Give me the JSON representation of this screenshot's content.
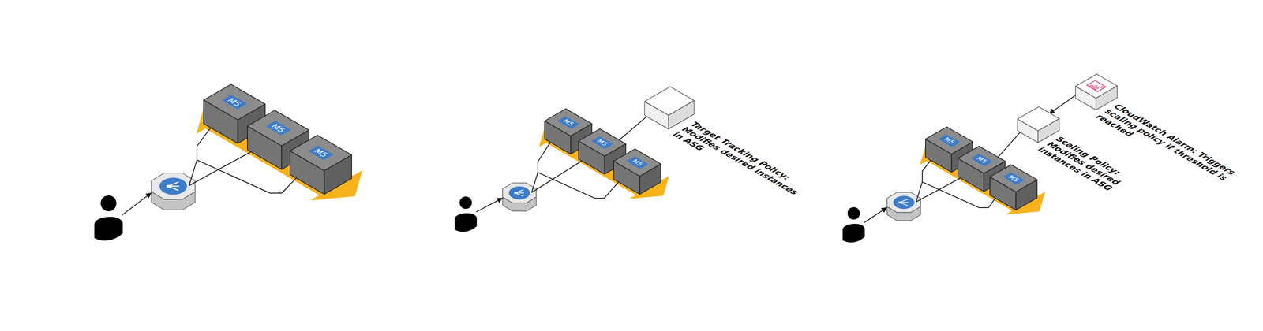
{
  "diagram": {
    "nodes": [
      {
        "text": [
          "M5"
        ]
      },
      {
        "text": [
          "M5"
        ]
      },
      {
        "text": [
          "M5"
        ]
      },
      {
        "text": [
          "M5"
        ]
      },
      {
        "text": [
          "M5"
        ]
      },
      {
        "text": [
          "M5"
        ]
      },
      {
        "text": [
          "Target Tracking Policy: Modifies desired instances in ASG"
        ]
      },
      {
        "text": [
          "M5"
        ]
      },
      {
        "text": [
          "M5"
        ]
      },
      {
        "text": [
          "M5"
        ]
      },
      {
        "text": [
          "Scaling Policy: Modifies desired instances in ASG"
        ]
      },
      {
        "text": [
          "CloudWatch Alarm: Triggers scaling policy if threshold is reached"
        ]
      }
    ],
    "edges": [
      {
        "from": 6,
        "to": 4,
        "arrow": "none"
      },
      {
        "from": 11,
        "to": 10,
        "arrow": "to"
      },
      {
        "from": 10,
        "to": 8,
        "arrow": "none"
      }
    ]
  }
}
